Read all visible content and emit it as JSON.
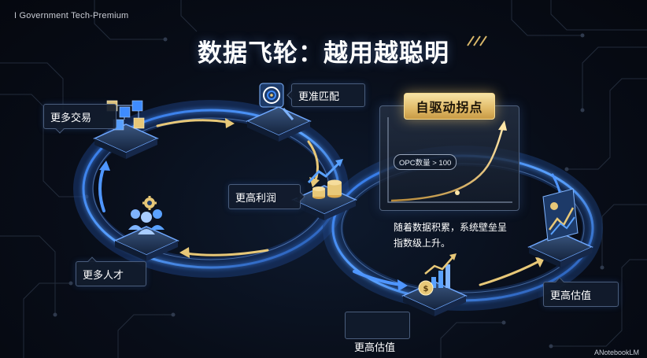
{
  "brand": "I Government Tech-Premium",
  "title": "数据飞轮：越用越聪明",
  "nodes": {
    "more_trades": "更多交易",
    "better_match": "更准匹配",
    "more_profit": "更高利润",
    "more_talent": "更多人才",
    "higher_valuation_bottom": "更高估值",
    "higher_valuation_right": "更高估值"
  },
  "inflection": {
    "badge": "自驱动拐点",
    "threshold_label": "OPC数量 > 100",
    "description": "随着数据积累，系统壁垒呈指数级上升。"
  },
  "colors": {
    "accent_blue": "#3f8cff",
    "accent_gold": "#e3be6c",
    "background": "#070b14"
  },
  "watermark": "ANotebookLM"
}
